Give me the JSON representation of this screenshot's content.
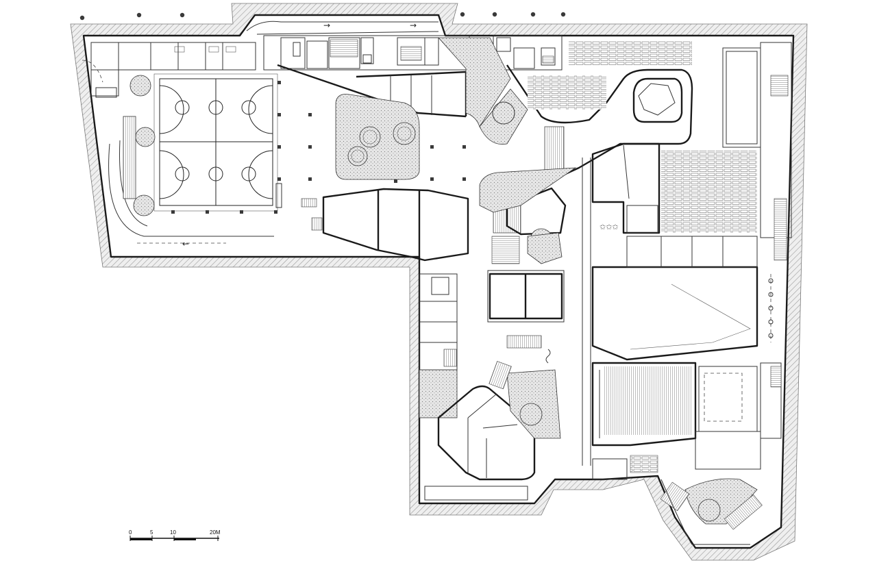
{
  "scale_bar": {
    "labels": [
      "0",
      "5",
      "10",
      "20M"
    ]
  },
  "colors": {
    "line": "#1a1a1a",
    "hatch": "#b5b5b5",
    "planting": "#c8c8c8",
    "background": "#ffffff"
  },
  "icons": {
    "tree": "tree-circle-icon",
    "column": "column-dot-icon",
    "stair": "stair-hatch-icon",
    "arrow": "direction-arrow-icon"
  }
}
